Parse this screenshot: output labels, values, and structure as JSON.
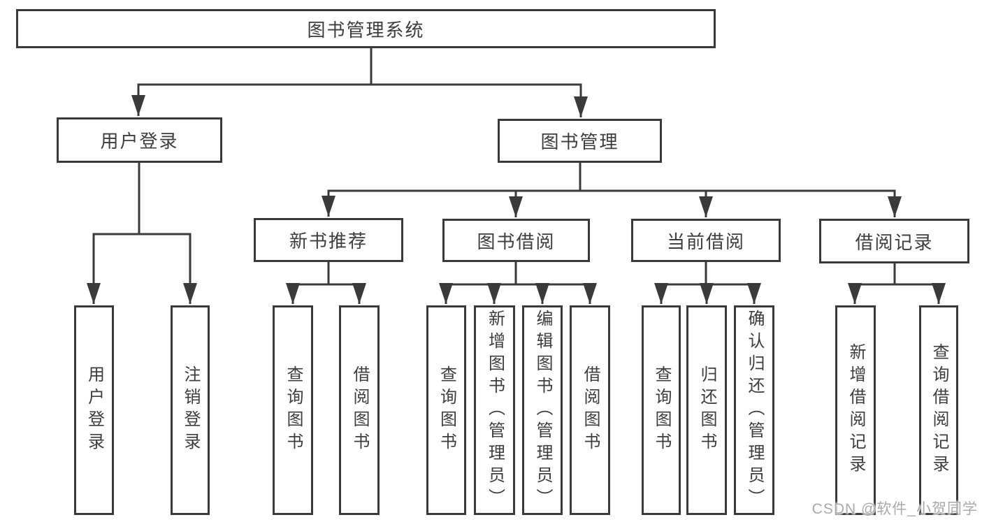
{
  "tree": {
    "root": {
      "label": "图书管理系统"
    },
    "user_login": {
      "label": "用户登录",
      "children": [
        {
          "label": "用户登录"
        },
        {
          "label": "注销登录"
        }
      ]
    },
    "book_mgmt": {
      "label": "图书管理",
      "sections": [
        {
          "label": "新书推荐",
          "children": [
            {
              "label": "查询图书"
            },
            {
              "label": "借阅图书"
            }
          ]
        },
        {
          "label": "图书借阅",
          "children": [
            {
              "label": "查询图书"
            },
            {
              "label": "新增图书（管理员）"
            },
            {
              "label": "编辑图书（管理员）"
            },
            {
              "label": "借阅图书"
            }
          ]
        },
        {
          "label": "当前借阅",
          "children": [
            {
              "label": "查询图书"
            },
            {
              "label": "归还图书"
            },
            {
              "label": "确认归还（管理员）"
            }
          ]
        },
        {
          "label": "借阅记录",
          "children": [
            {
              "label": "新增借阅记录"
            },
            {
              "label": "查询借阅记录"
            }
          ]
        }
      ]
    }
  },
  "watermark": "CSDN @软件_小贺同学",
  "colors": {
    "line": "#3a3a3a",
    "text": "#3d3d3d",
    "watermark": "#a9a9a9"
  }
}
